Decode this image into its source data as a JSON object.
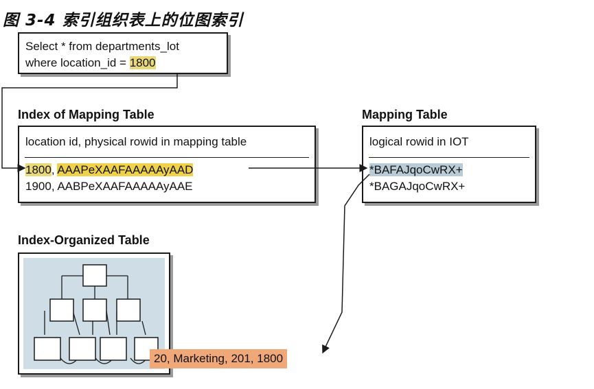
{
  "figure_title": "图 3-4 索引组织表上的位图索引",
  "query": {
    "line1": "Select * from departments_lot",
    "line2_prefix": "where location_id = ",
    "line2_value": "1800"
  },
  "index_of_mapping_table": {
    "heading": "Index of Mapping Table",
    "header": "location id, physical rowid in mapping table",
    "rows": [
      {
        "key": "1800",
        "sep": ", ",
        "rowid": "AAAPeXAAFAAAAAyAAD"
      },
      {
        "key": "1900",
        "sep": ", ",
        "rowid": "AABPeXAAFAAAAAyAAE"
      }
    ]
  },
  "mapping_table": {
    "heading": "Mapping Table",
    "header": "logical rowid in IOT",
    "rows": [
      "*BAFAJqoCwRX+",
      "*BAGAJqoCwRX+"
    ]
  },
  "iot": {
    "heading": "Index-Organized Table",
    "record": "20, Marketing, 201, 1800"
  },
  "colors": {
    "query_highlight": "#ead978",
    "rowid_highlight": "#f0d24a",
    "logical_rowid_highlight": "#b9cbd6",
    "record_highlight": "#f0a878",
    "iot_background": "#cfdde6"
  }
}
